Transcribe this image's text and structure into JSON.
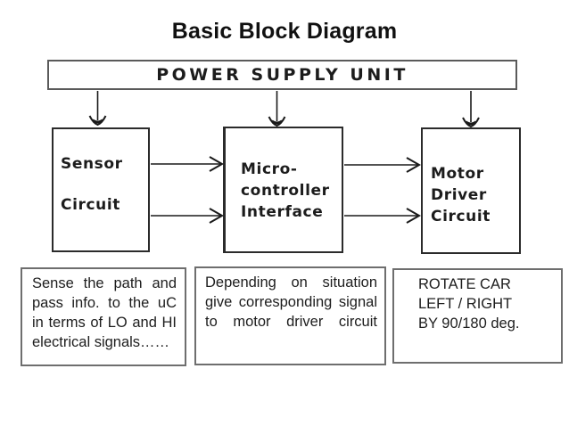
{
  "title": "Basic Block Diagram",
  "psu": {
    "label": "POWER SUPPLY UNIT"
  },
  "blocks": [
    {
      "id": "sensor-circuit",
      "lines": [
        "Sensor",
        "Circuit"
      ]
    },
    {
      "id": "microcontroller-interface",
      "lines": [
        "Micro-",
        "controller",
        "Interface"
      ]
    },
    {
      "id": "motor-driver-circuit",
      "lines": [
        "Motor",
        "Driver",
        "Circuit"
      ]
    }
  ],
  "notes": [
    {
      "lines": [
        "Sense the path and",
        "pass info. to the uC",
        "in terms of LO and HI",
        "electrical signals……"
      ]
    },
    {
      "lines": [
        "Depending on situation",
        "give corresponding signal",
        "to motor driver circuit"
      ]
    },
    {
      "lines": [
        "ROTATE CAR",
        "LEFT / RIGHT",
        "BY 90/180 deg."
      ]
    }
  ],
  "connections": [
    {
      "from": "power-supply-unit",
      "to": "sensor-circuit",
      "style": "arrow-down"
    },
    {
      "from": "power-supply-unit",
      "to": "microcontroller-interface",
      "style": "arrow-down"
    },
    {
      "from": "power-supply-unit",
      "to": "motor-driver-circuit",
      "style": "arrow-down"
    },
    {
      "from": "sensor-circuit",
      "to": "microcontroller-interface",
      "style": "arrow-right",
      "count": 2
    },
    {
      "from": "microcontroller-interface",
      "to": "motor-driver-circuit",
      "style": "arrow-right",
      "count": 2
    }
  ],
  "colors": {
    "background": "#ffffff",
    "text": "#1a1a1a",
    "psu_border": "#5a5a5a",
    "block_border": "#2b2b2b",
    "note_border": "#6e6e6e",
    "arrow": "#1a1a1a"
  }
}
